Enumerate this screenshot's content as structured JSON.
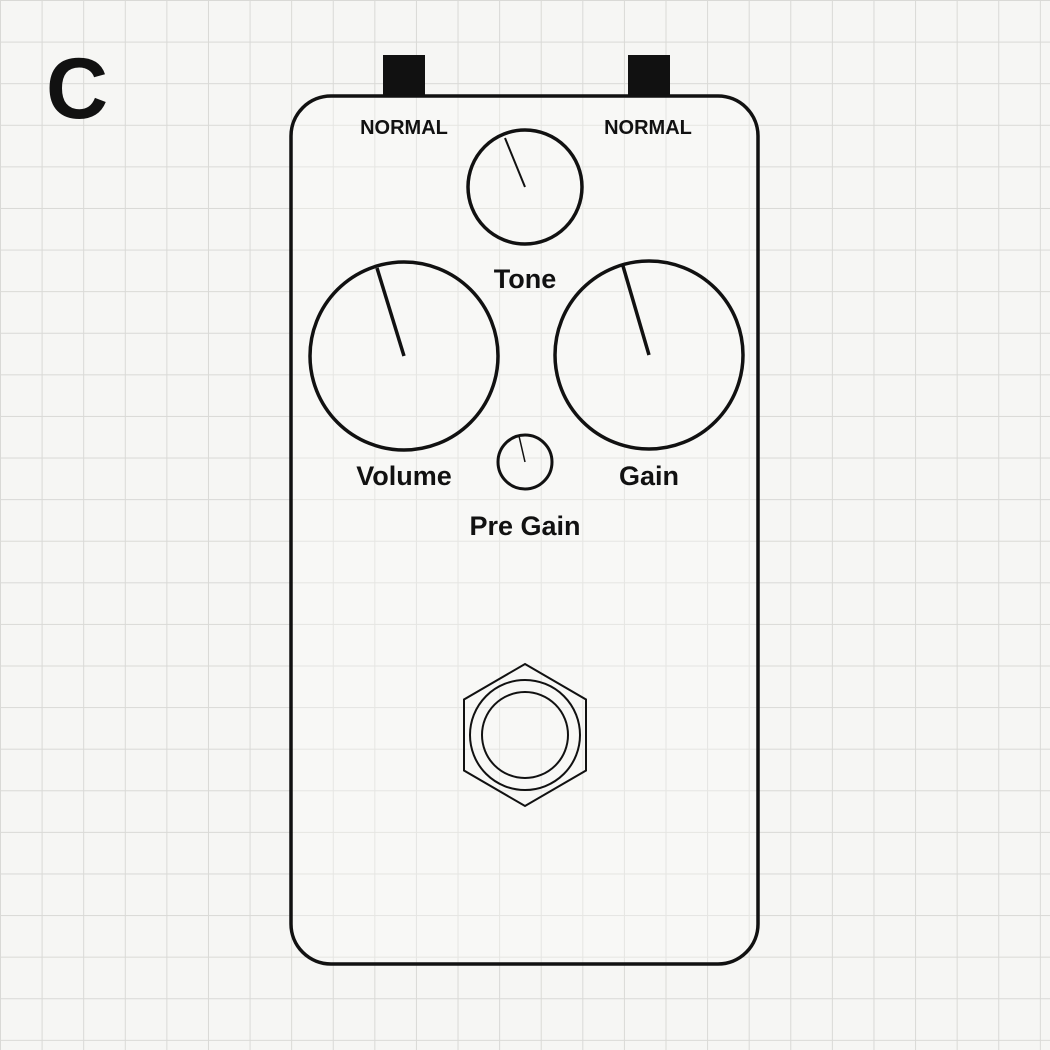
{
  "panel_letter": "C",
  "jacks": {
    "left_label": "NORMAL",
    "right_label": "NORMAL"
  },
  "knobs": {
    "tone": {
      "label": "Tone"
    },
    "volume": {
      "label": "Volume"
    },
    "gain": {
      "label": "Gain"
    },
    "pre_gain": {
      "label": "Pre Gain"
    }
  },
  "colors": {
    "ink": "#111111",
    "background": "#f6f6f4",
    "grid": "#d9d9d6"
  },
  "icons": {
    "footswitch": "hex-nut-footswitch-icon"
  }
}
